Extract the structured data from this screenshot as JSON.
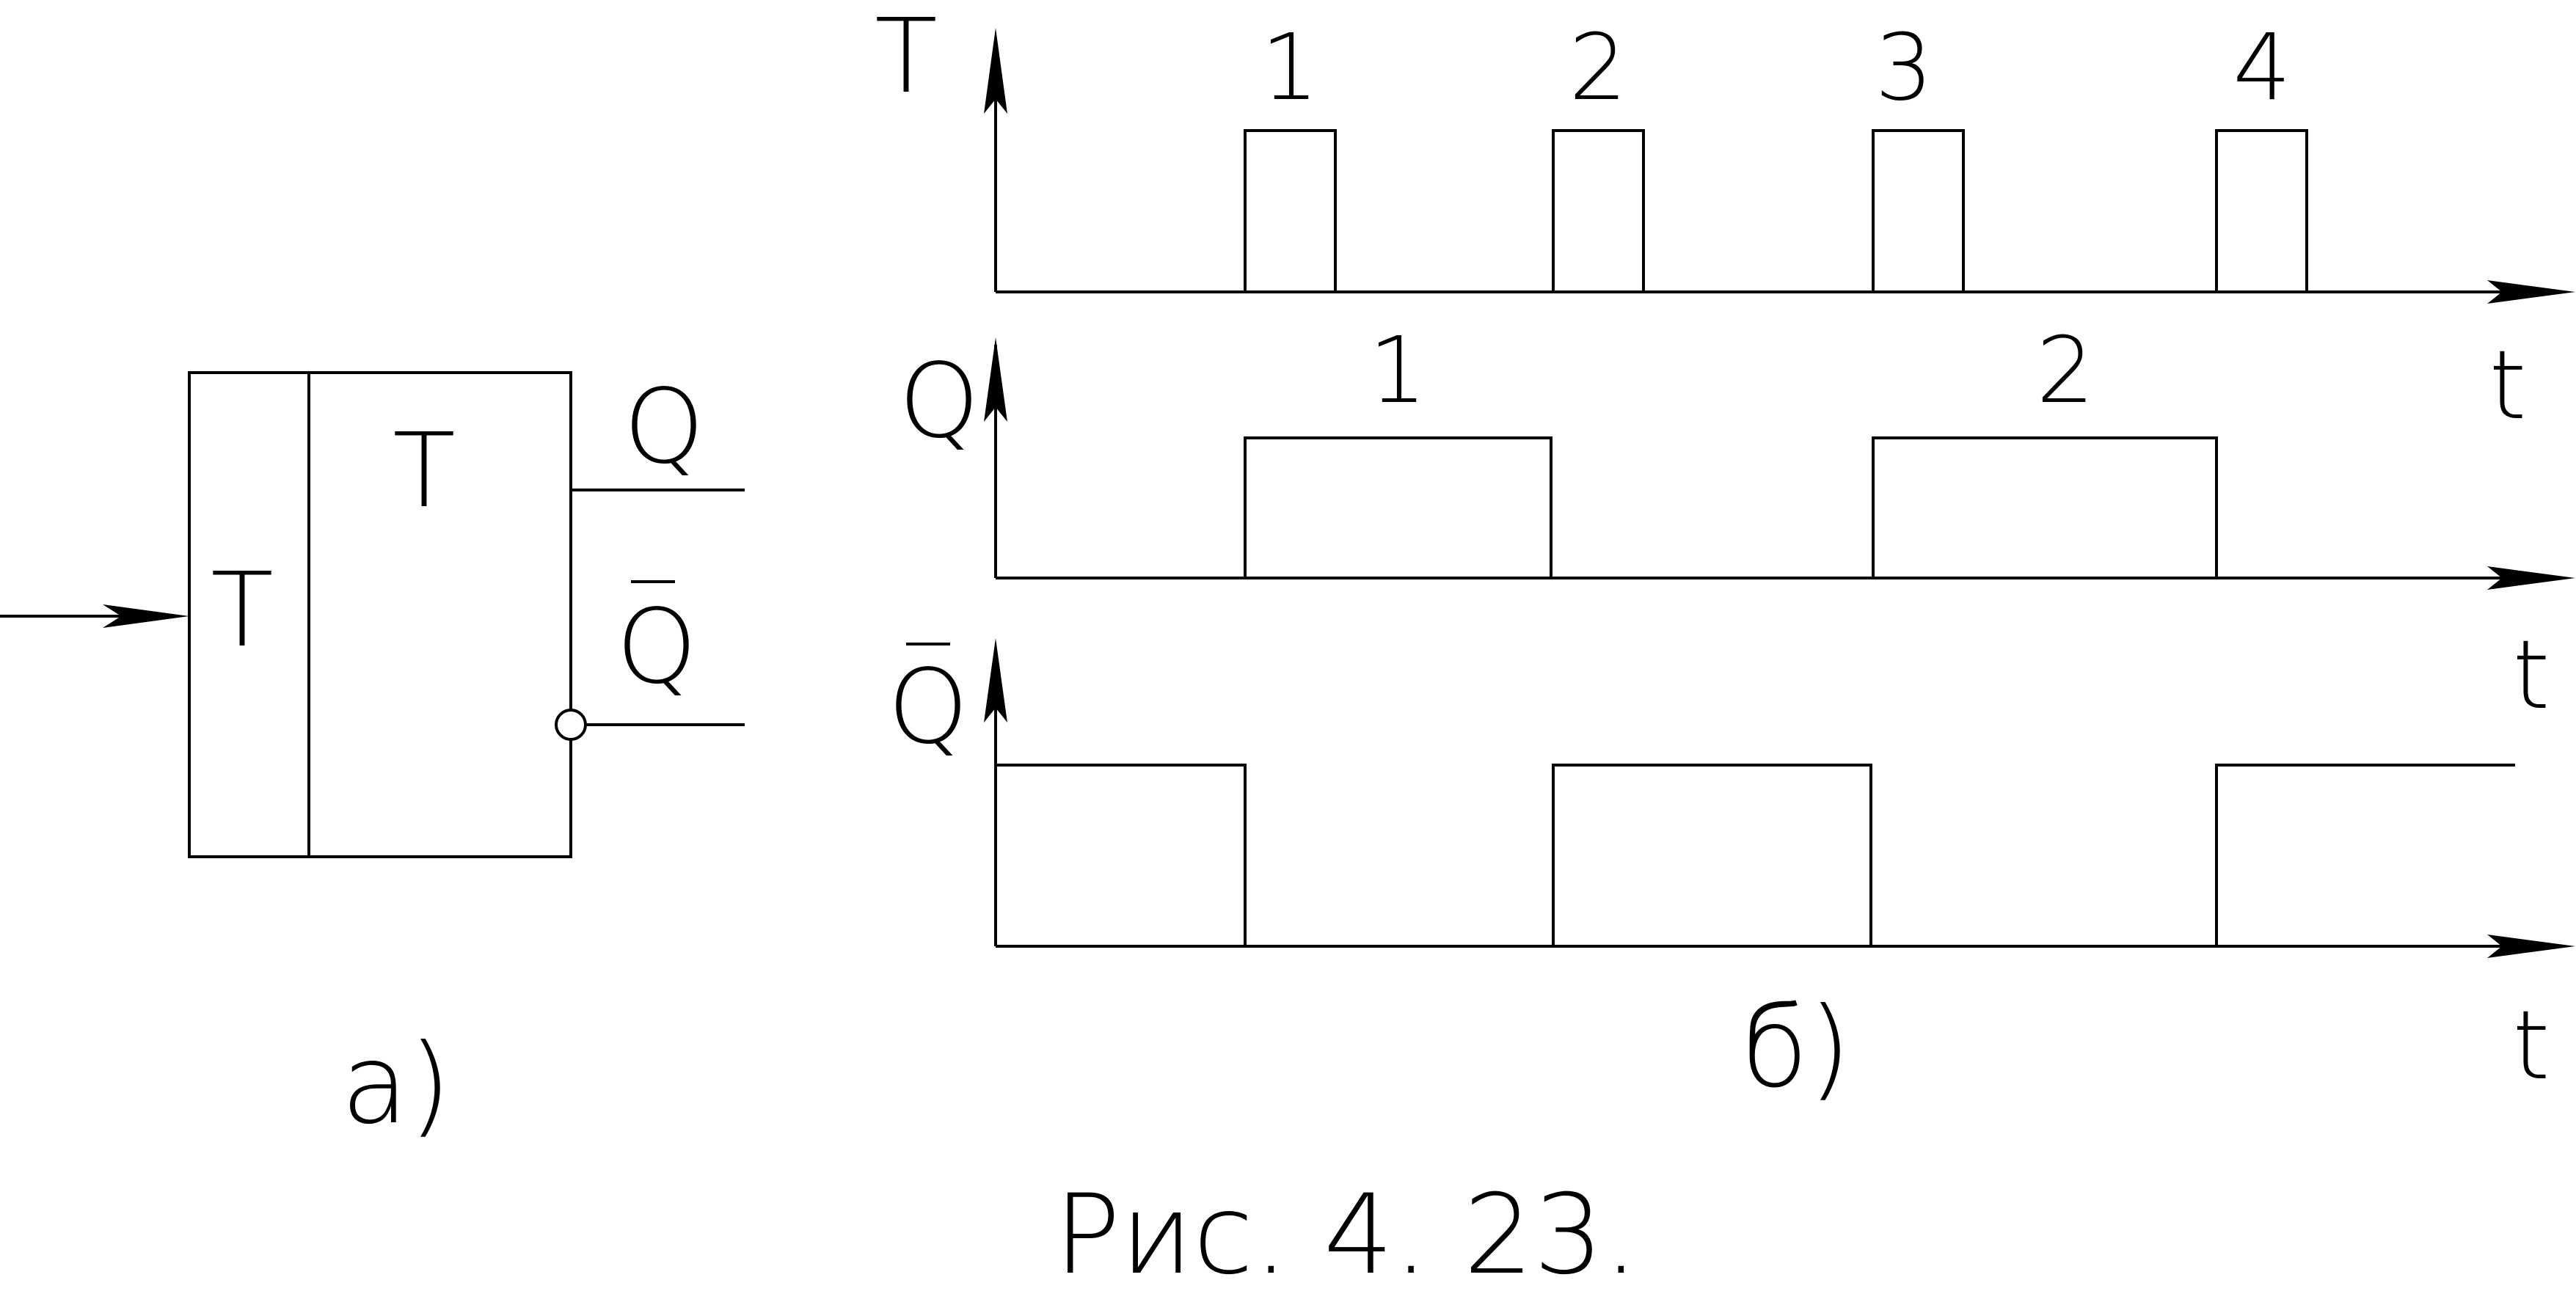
{
  "part_a": {
    "label": "а)",
    "block_input_label": "T",
    "block_title": "T",
    "output_q": "Q",
    "output_q_bar": "Q"
  },
  "part_b": {
    "label": "б)",
    "signal_t_label": "T",
    "signal_q_label": "Q",
    "signal_q_bar_label": "Q",
    "time_label": "t",
    "pulse_numbers": [
      "1",
      "2",
      "3",
      "4"
    ],
    "q_pulse_numbers": [
      "1",
      "2"
    ]
  },
  "caption": "Рис. 4. 23."
}
